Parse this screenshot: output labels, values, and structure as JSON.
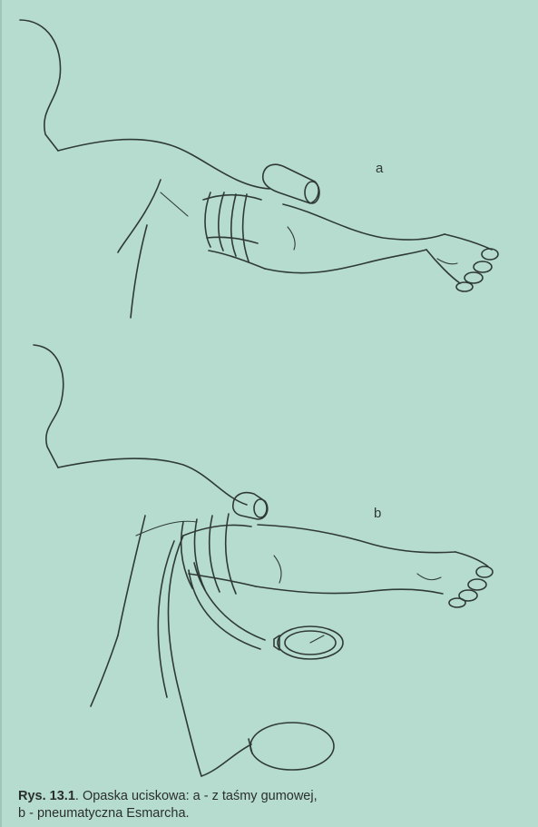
{
  "figure": {
    "label_a": "a",
    "label_b": "b",
    "caption": {
      "number": "Rys. 13.1",
      "text": ". Opaska uciskowa: a - z taśmy gumowej,",
      "line2": "b - pneumatyczna Esmarcha."
    }
  },
  "colors": {
    "background": "#b6dccf",
    "line": "#2f3a36"
  }
}
